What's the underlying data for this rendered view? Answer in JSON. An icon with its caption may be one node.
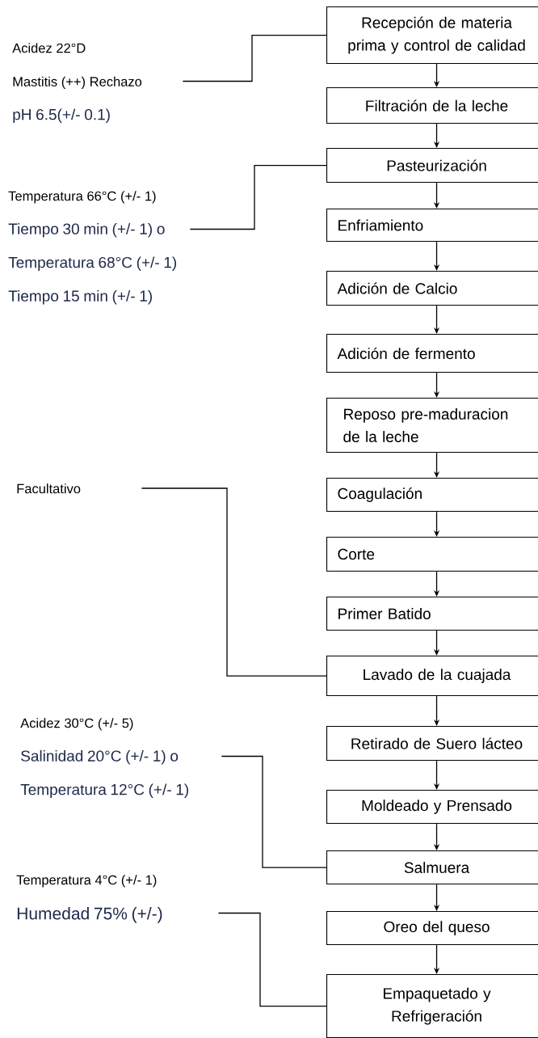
{
  "diagram": {
    "nodes": [
      {
        "text": [
          "Recepción de materia prima y control de calidad"
        ]
      },
      {
        "text": [
          "Filtración de la leche"
        ]
      },
      {
        "text": [
          "Pasteurización"
        ]
      },
      {
        "text": [
          "Enfriamiento"
        ]
      },
      {
        "text": [
          "Adición de Calcio"
        ]
      },
      {
        "text": [
          "Adición de fermento"
        ]
      },
      {
        "text": [
          "Reposo pre-maduracion de la leche"
        ]
      },
      {
        "text": [
          "Coagulación"
        ]
      },
      {
        "text": [
          "Corte"
        ]
      },
      {
        "text": [
          "Primer Batido"
        ]
      },
      {
        "text": [
          "Lavado de la cuajada"
        ]
      },
      {
        "text": [
          "Retirado de Suero lácteo"
        ]
      },
      {
        "text": [
          "Moldeado y Prensado"
        ]
      },
      {
        "text": [
          "Salmuera"
        ]
      },
      {
        "text": [
          "Oreo del queso"
        ]
      },
      {
        "text": [
          "Empaquetado y Refrigeración"
        ]
      },
      {
        "text": [
          "Acidez 22°D",
          "Mastitis (++) Rechazo",
          "pH 6.5(+/- 0.1)"
        ]
      },
      {
        "text": [
          "Temperatura 66°C (+/- 1)",
          "Tiempo 30 min (+/- 1) o",
          "Temperatura 68°C (+/- 1)",
          "Tiempo 15 min (+/- 1)"
        ]
      },
      {
        "text": [
          "Facultativo"
        ]
      },
      {
        "text": [
          "Acidez 30°C (+/- 5)",
          "Salinidad 20°C (+/- 1) o",
          "Temperatura 12°C (+/- 1)"
        ]
      },
      {
        "text": [
          "Temperatura 4°C (+/- 1)",
          "Humedad 75% (+/-)"
        ]
      }
    ],
    "edges": [
      {
        "from": 0,
        "to": 1,
        "arrow": "to"
      },
      {
        "from": 1,
        "to": 2,
        "arrow": "to"
      },
      {
        "from": 2,
        "to": 3,
        "arrow": "to"
      },
      {
        "from": 3,
        "to": 4,
        "arrow": "to"
      },
      {
        "from": 4,
        "to": 5,
        "arrow": "to"
      },
      {
        "from": 5,
        "to": 6,
        "arrow": "to"
      },
      {
        "from": 6,
        "to": 7,
        "arrow": "to"
      },
      {
        "from": 7,
        "to": 8,
        "arrow": "to"
      },
      {
        "from": 8,
        "to": 9,
        "arrow": "to"
      },
      {
        "from": 9,
        "to": 10,
        "arrow": "to"
      },
      {
        "from": 10,
        "to": 11,
        "arrow": "to"
      },
      {
        "from": 11,
        "to": 12,
        "arrow": "to"
      },
      {
        "from": 12,
        "to": 13,
        "arrow": "to"
      },
      {
        "from": 13,
        "to": 14,
        "arrow": "to"
      },
      {
        "from": 14,
        "to": 15,
        "arrow": "to"
      },
      {
        "from": 16,
        "to": 0,
        "arrow": "none"
      },
      {
        "from": 17,
        "to": 2,
        "arrow": "none"
      },
      {
        "from": 18,
        "to": 10,
        "arrow": "none"
      },
      {
        "from": 19,
        "to": 13,
        "arrow": "none"
      },
      {
        "from": 20,
        "to": 15,
        "arrow": "none"
      }
    ]
  }
}
